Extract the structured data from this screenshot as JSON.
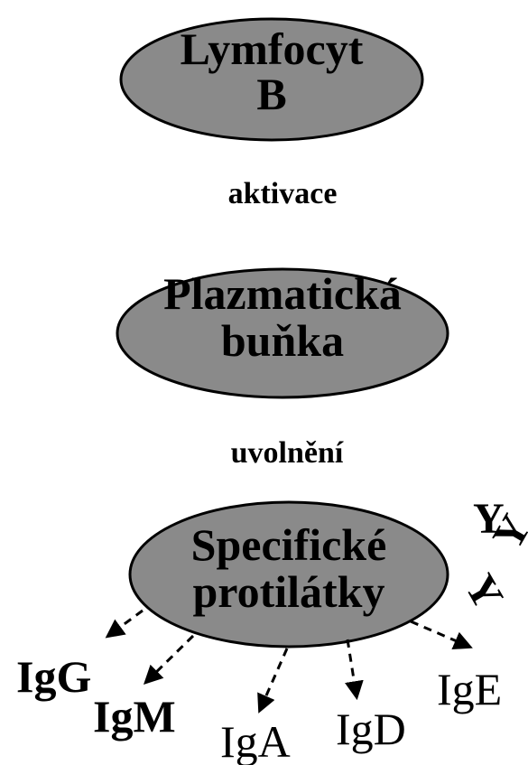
{
  "diagram": {
    "colors": {
      "node_fill": "#8a8a8a",
      "node_stroke": "#000000",
      "text": "#000000",
      "background": "#ffffff"
    },
    "nodes": [
      {
        "id": "lymfocyt-b",
        "lines": [
          "Lymfocyt",
          "B"
        ]
      },
      {
        "id": "plazmaticka-bunka",
        "lines": [
          "Plazmatická",
          "buňka"
        ]
      },
      {
        "id": "specificke-protilatky",
        "lines": [
          "Specifické",
          "protilátky"
        ]
      }
    ],
    "steps": [
      {
        "id": "activation",
        "label": "aktivace"
      },
      {
        "id": "release",
        "label": "uvolnění"
      }
    ],
    "antibody_classes": [
      {
        "label": "IgG",
        "bold": true
      },
      {
        "label": "IgM",
        "bold": true
      },
      {
        "label": "IgA",
        "bold": false
      },
      {
        "label": "IgD",
        "bold": false
      },
      {
        "label": "IgE",
        "bold": false
      }
    ],
    "antibody_icon": {
      "name": "antibody-y-icon",
      "glyph": "Y"
    }
  }
}
